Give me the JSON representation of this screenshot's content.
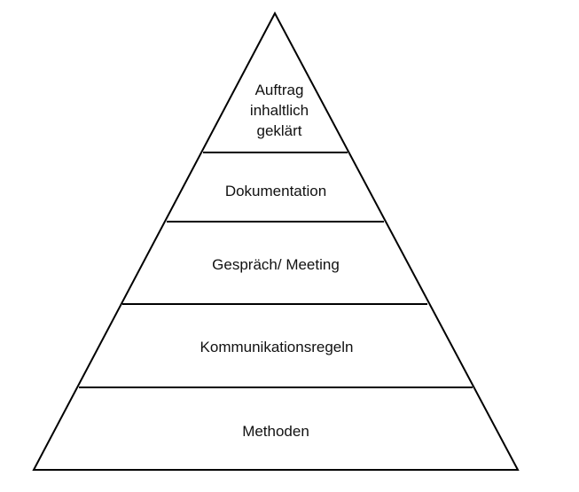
{
  "diagram": {
    "type": "pyramid",
    "levels": [
      {
        "label_lines": [
          "Auftrag",
          "inhaltlich",
          "geklärt"
        ]
      },
      {
        "label_lines": [
          "Dokumentation"
        ]
      },
      {
        "label_lines": [
          "Gespräch/ Meeting"
        ]
      },
      {
        "label_lines": [
          "Kommunikationsregeln"
        ]
      },
      {
        "label_lines": [
          "Methoden"
        ]
      }
    ]
  }
}
